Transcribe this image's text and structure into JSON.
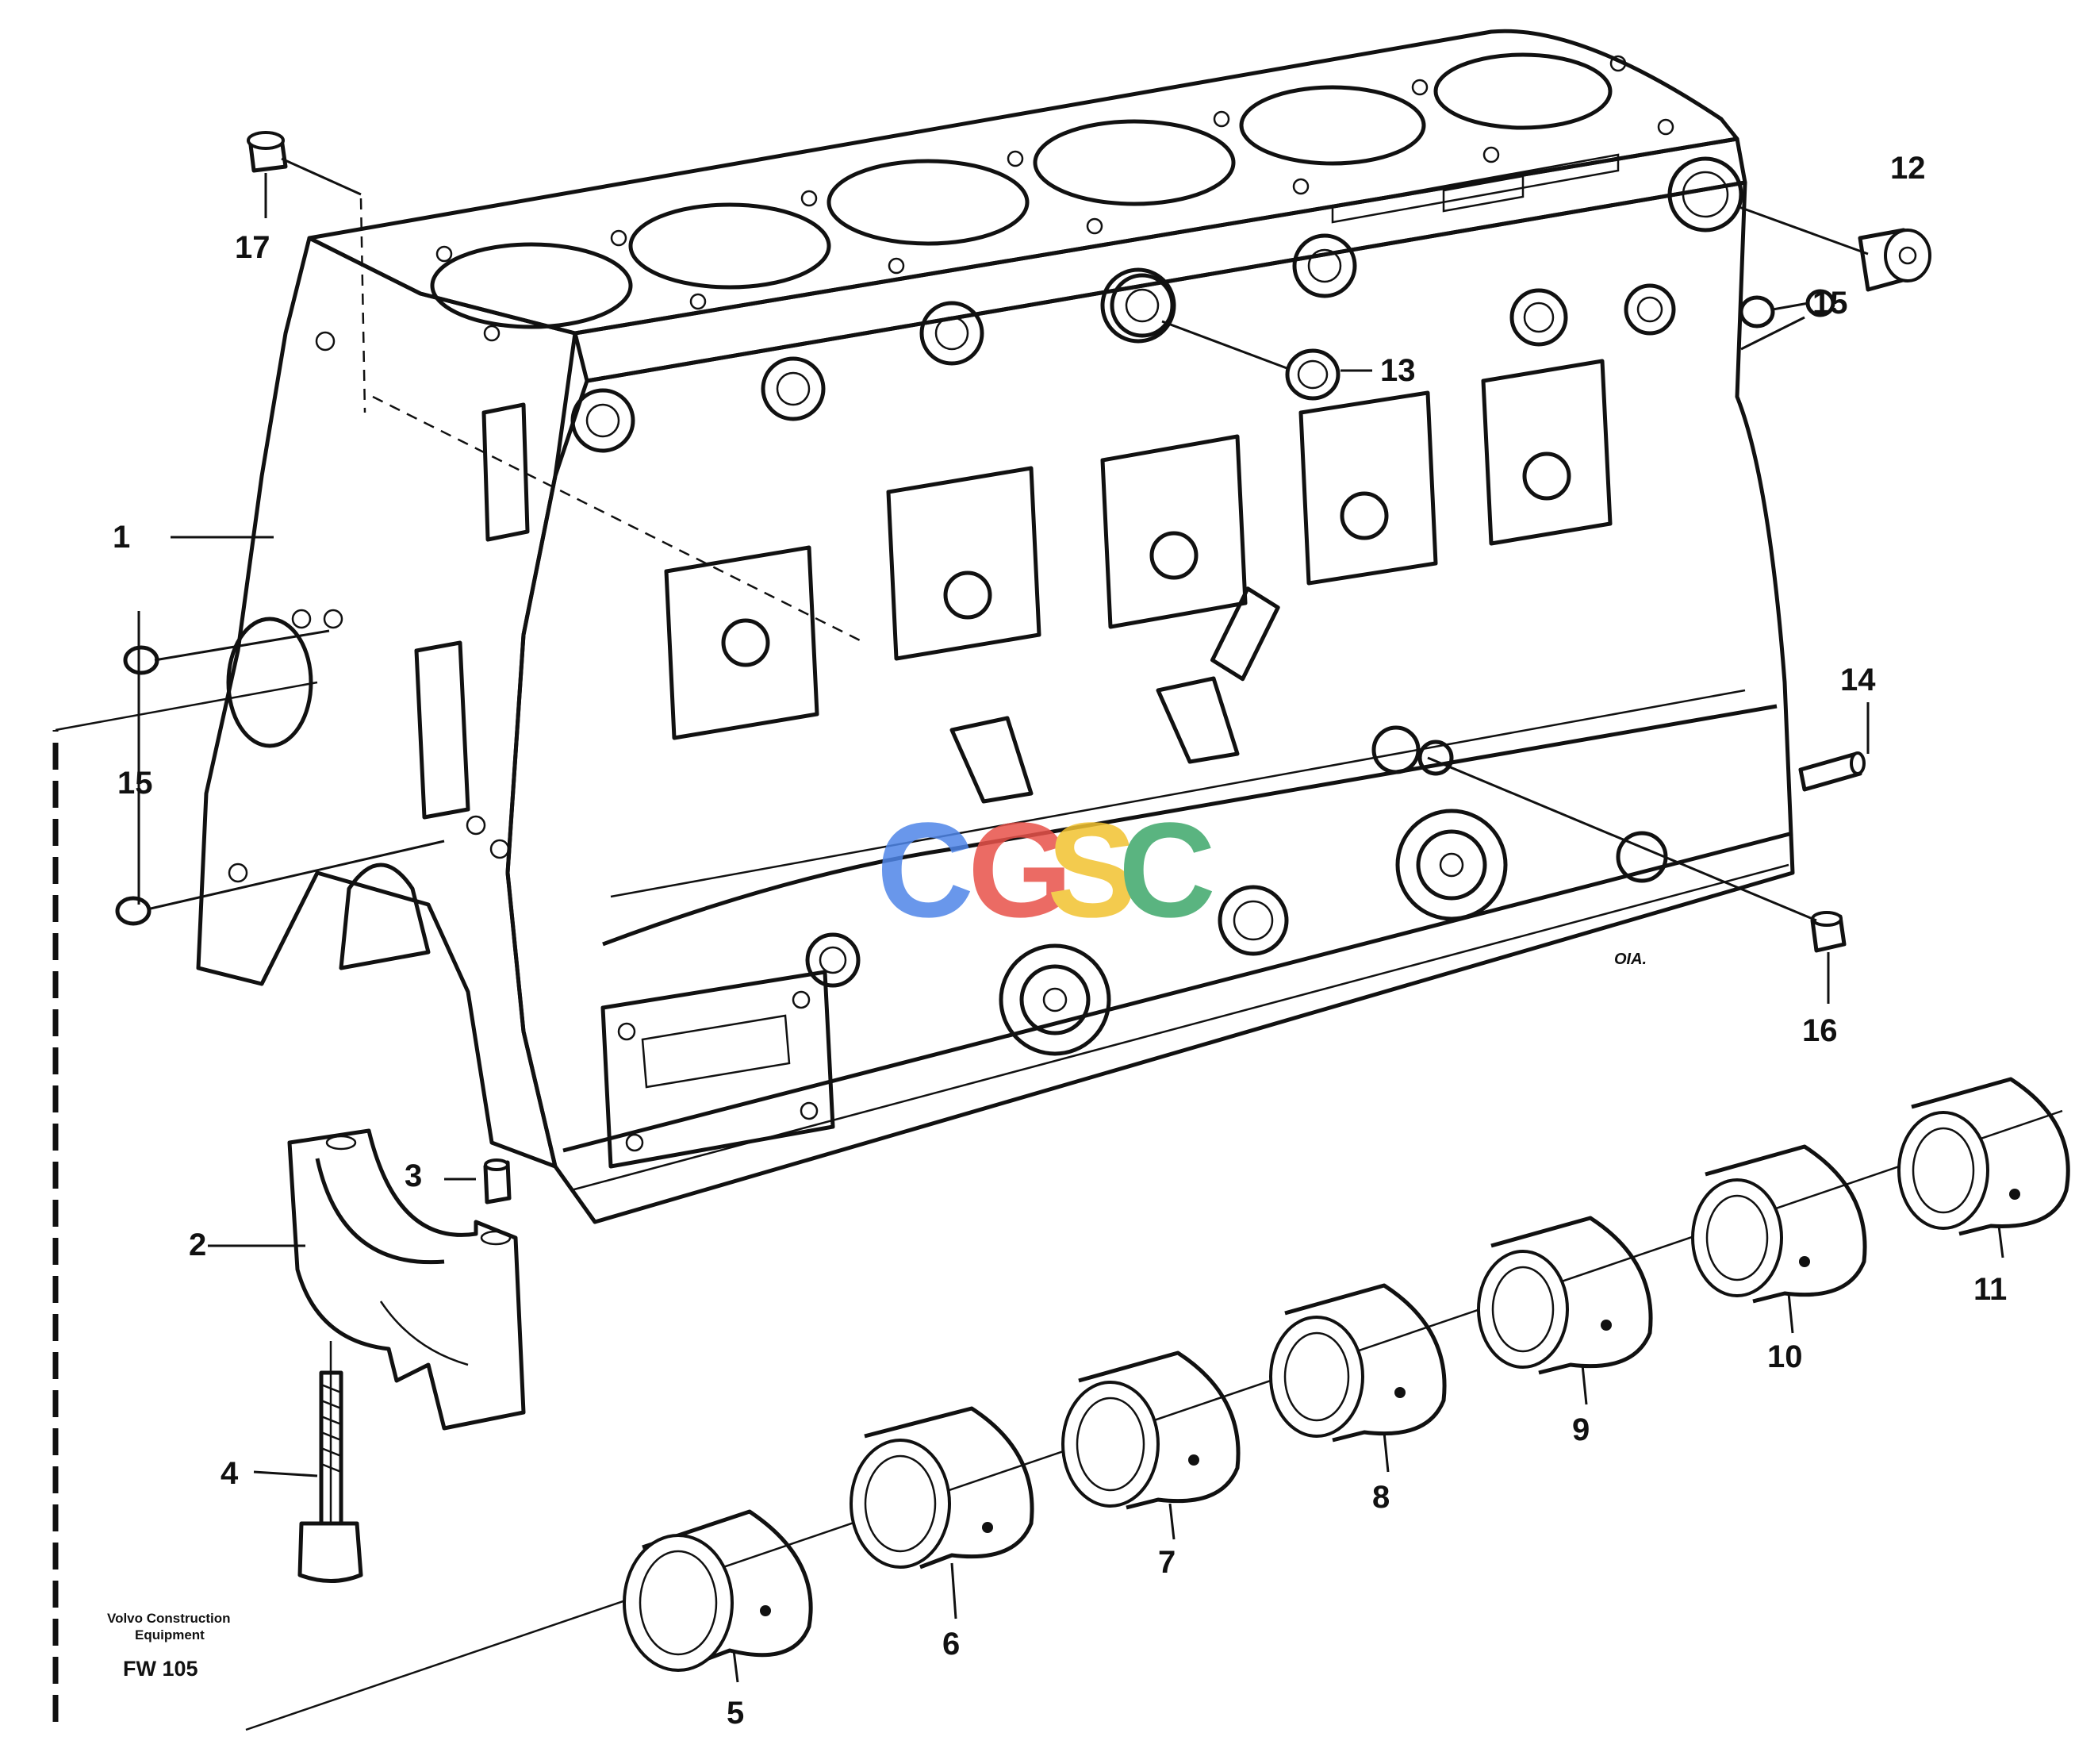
{
  "callouts": [
    {
      "n": "1",
      "label": "1"
    },
    {
      "n": "2",
      "label": "2"
    },
    {
      "n": "3",
      "label": "3"
    },
    {
      "n": "4",
      "label": "4"
    },
    {
      "n": "5",
      "label": "5"
    },
    {
      "n": "6",
      "label": "6"
    },
    {
      "n": "7",
      "label": "7"
    },
    {
      "n": "8",
      "label": "8"
    },
    {
      "n": "9",
      "label": "9"
    },
    {
      "n": "10",
      "label": "10"
    },
    {
      "n": "11",
      "label": "11"
    },
    {
      "n": "12",
      "label": "12"
    },
    {
      "n": "13",
      "label": "13"
    },
    {
      "n": "14",
      "label": "14"
    },
    {
      "n": "15a",
      "label": "15"
    },
    {
      "n": "15b",
      "label": "15"
    },
    {
      "n": "16",
      "label": "16"
    },
    {
      "n": "17",
      "label": "17"
    }
  ],
  "footer": {
    "maker_line1": "Volvo Construction",
    "maker_line2": "Equipment",
    "code": "FW 105"
  },
  "artist_mark": "OIA.",
  "watermark": {
    "letters": [
      "C",
      "G",
      "S",
      "C"
    ],
    "colors": [
      "#4f86e8",
      "#e8524a",
      "#f2c230",
      "#3ea86a"
    ]
  }
}
